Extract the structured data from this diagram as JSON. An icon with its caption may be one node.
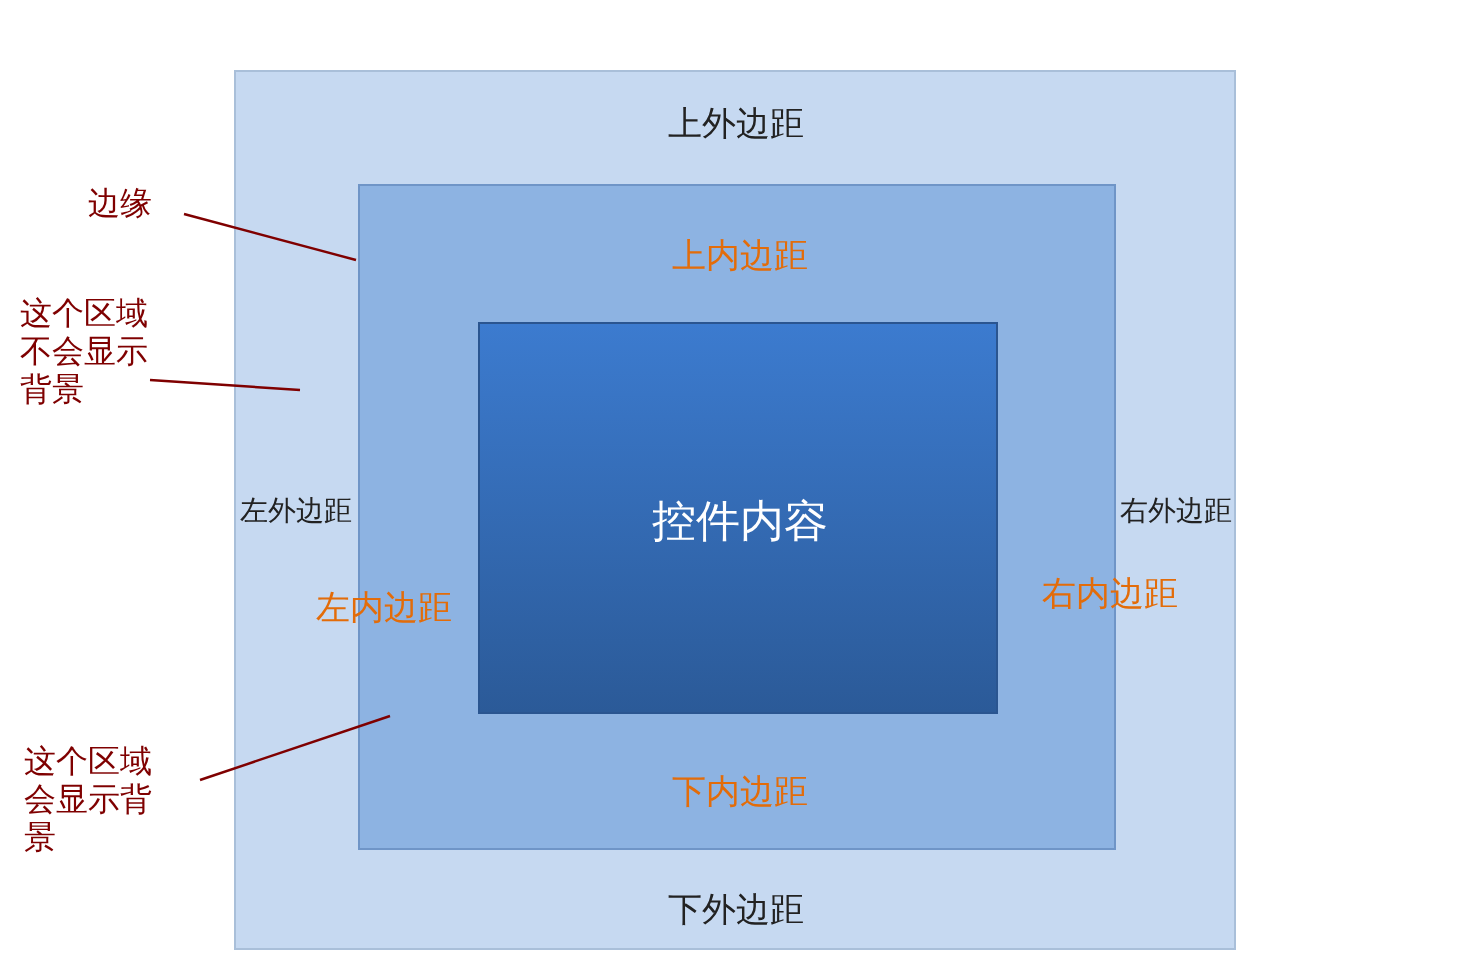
{
  "diagram": {
    "nodes": [
      {
        "text": [
          "上外边距",
          "左外边距",
          "右外边距",
          "下外边距"
        ]
      },
      {
        "text": [
          "上内边距",
          "左内边距",
          "右内边距",
          "下内边距"
        ],
        "in": 0
      },
      {
        "text": [
          "控件内容"
        ],
        "in": 1
      },
      {
        "text": [
          "边缘"
        ]
      },
      {
        "text": [
          "这个区域不会显示背景"
        ]
      },
      {
        "text": [
          "这个区域会显示背景"
        ]
      }
    ],
    "edges": [
      {
        "from": 3,
        "to": 1,
        "arrow": "none"
      },
      {
        "from": 4,
        "to": 0,
        "arrow": "none"
      },
      {
        "from": 5,
        "to": 1,
        "arrow": "none"
      }
    ]
  }
}
